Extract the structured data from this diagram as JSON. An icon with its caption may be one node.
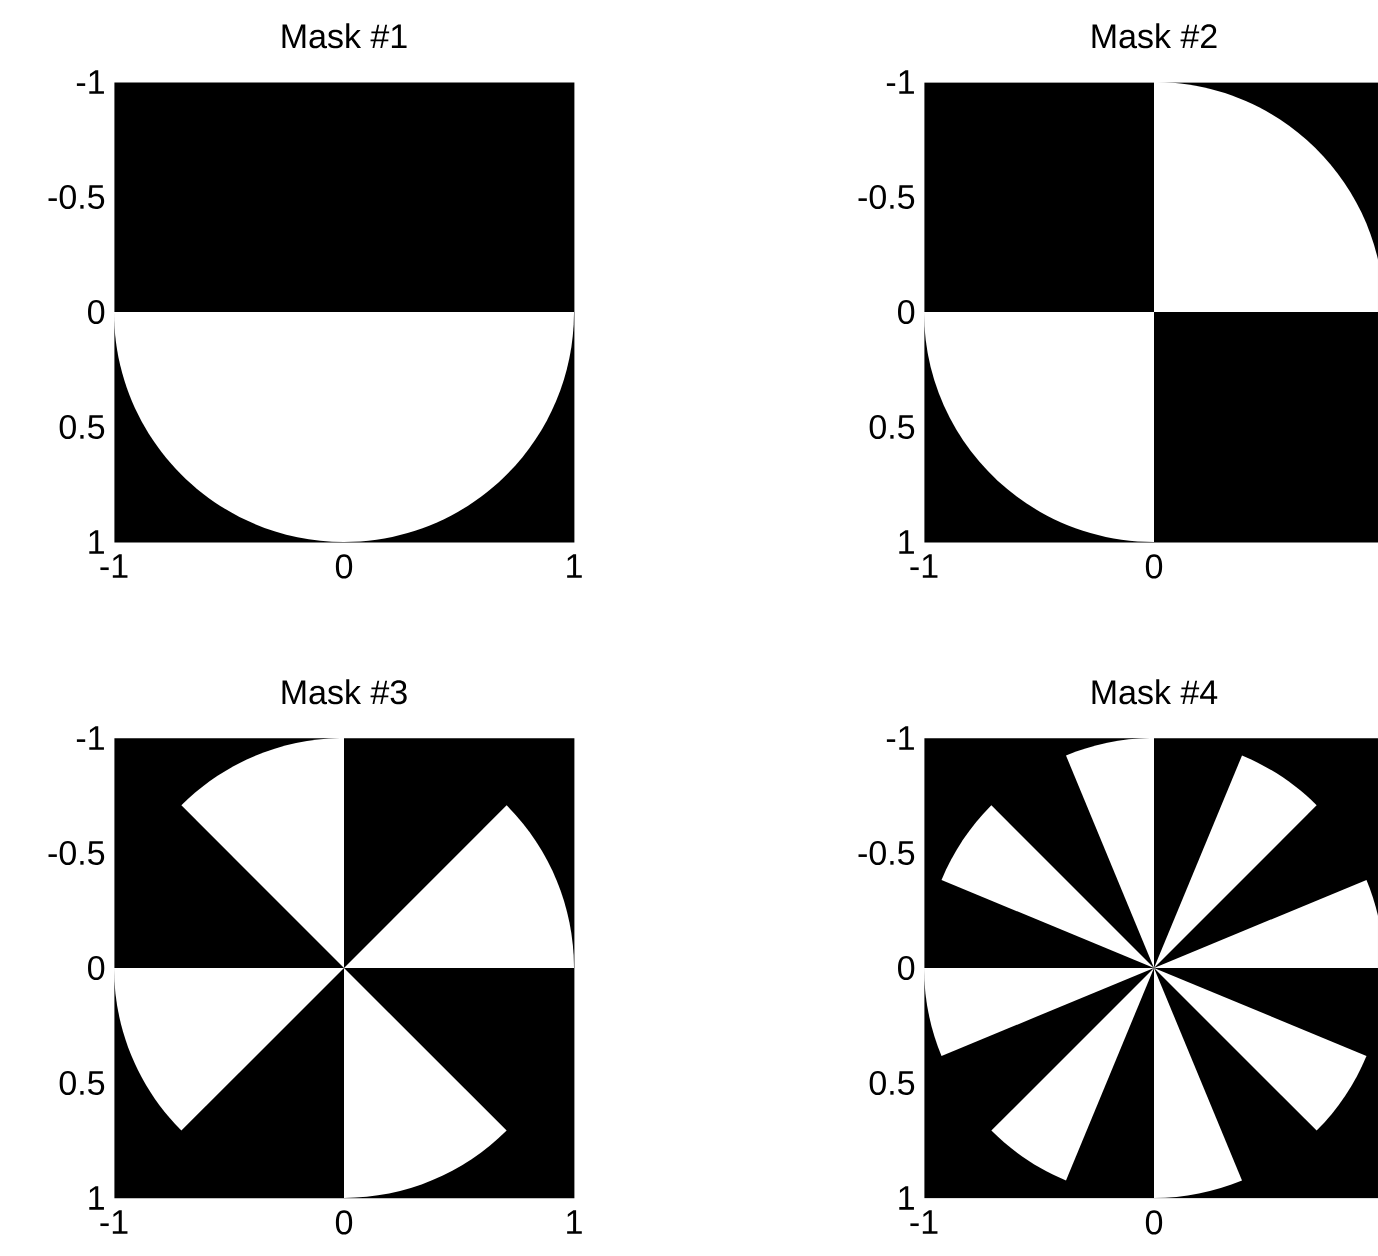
{
  "diagram": {
    "nodes": [
      {
        "text": [
          "Mask #1"
        ]
      },
      {
        "text": [
          "Mask #2"
        ]
      },
      {
        "text": [
          "Mask #3"
        ]
      },
      {
        "text": [
          "Mask #4"
        ]
      }
    ],
    "labels": [
      "-1",
      "-0.5",
      "0",
      "0.5",
      "1",
      "-1",
      "0",
      "1",
      "-1",
      "-0.5",
      "0",
      "0.5",
      "1",
      "-1",
      "0",
      "-1",
      "-0.5",
      "0",
      "0.5",
      "1",
      "-1",
      "0",
      "1",
      "-1",
      "-0.5",
      "0",
      "0.5",
      "1",
      "-1",
      "0"
    ]
  }
}
